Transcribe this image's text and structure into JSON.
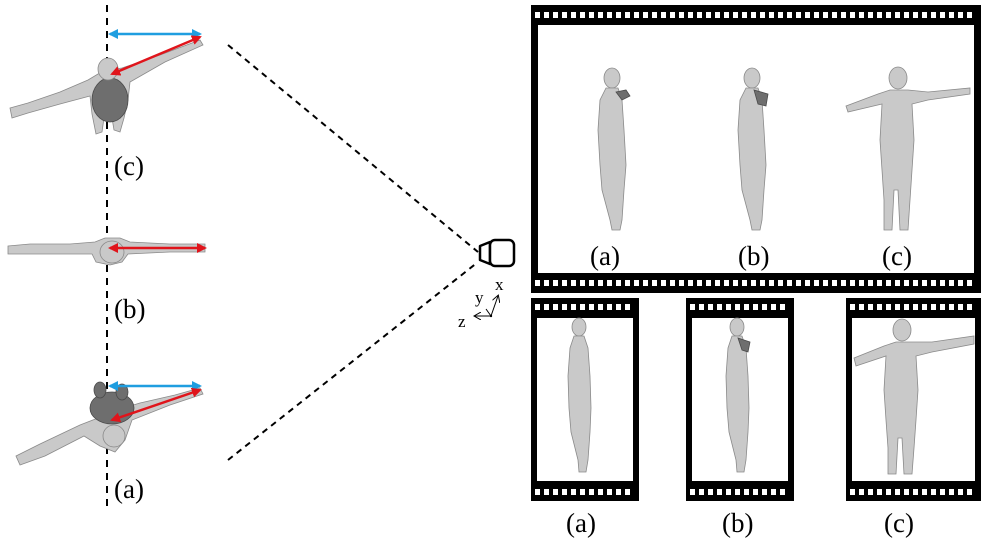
{
  "labels": {
    "top_view": [
      "(c)",
      "(b)",
      "(a)"
    ],
    "wide_frame": [
      "(a)",
      "(b)",
      "(c)"
    ],
    "small_frames": [
      "(a)",
      "(b)",
      "(c)"
    ]
  },
  "axes": {
    "x": "x",
    "y": "y",
    "z": "z"
  },
  "icons": {
    "camera": "camera-icon",
    "axes": "axes-triad-icon"
  },
  "colors": {
    "blue_arrow": "#1f9ee0",
    "red_arrow": "#e0141b",
    "body": "#c9c9c9",
    "body_dark": "#6e6e6e",
    "film": "#000000"
  }
}
